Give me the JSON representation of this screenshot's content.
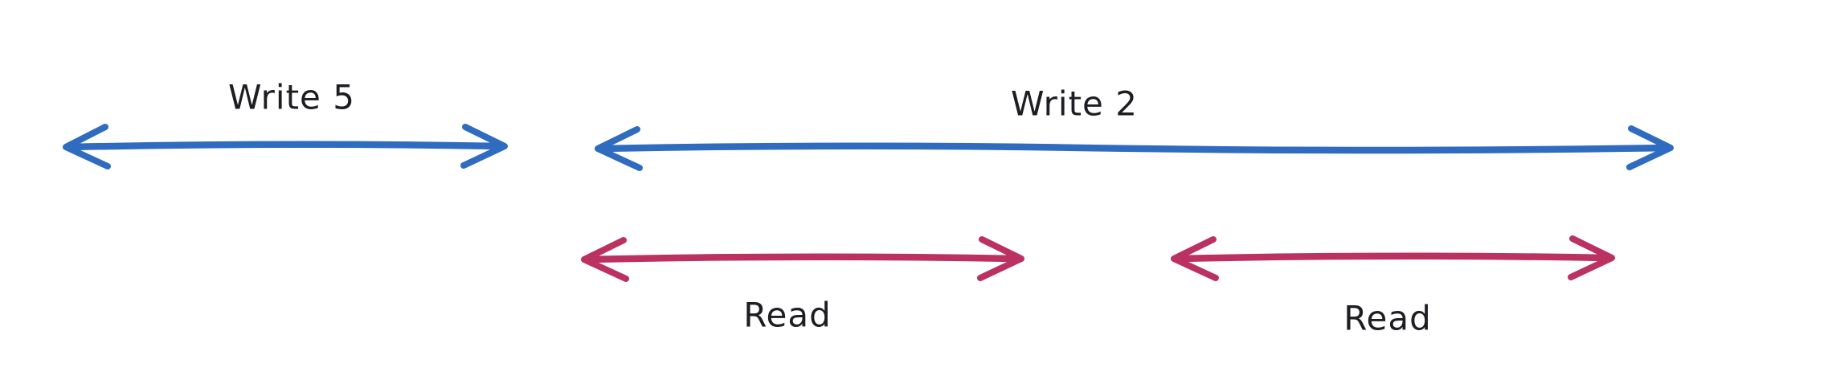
{
  "diagram": {
    "kind": "timeline-overlap-diagram",
    "background": "#ffffff",
    "colors": {
      "write": "#2f6cc0",
      "read": "#bb3161",
      "text": "#1d1d22"
    },
    "operations": [
      {
        "id": "write-5",
        "label": "Write 5",
        "type": "write",
        "arrow_style": "double-headed",
        "color": "#2f6cc0"
      },
      {
        "id": "write-2",
        "label": "Write 2",
        "type": "write",
        "arrow_style": "double-headed",
        "color": "#2f6cc0"
      },
      {
        "id": "read-1",
        "label": "Read",
        "type": "read",
        "arrow_style": "double-headed",
        "color": "#bb3161"
      },
      {
        "id": "read-2",
        "label": "Read",
        "type": "read",
        "arrow_style": "double-headed",
        "color": "#bb3161"
      }
    ]
  }
}
